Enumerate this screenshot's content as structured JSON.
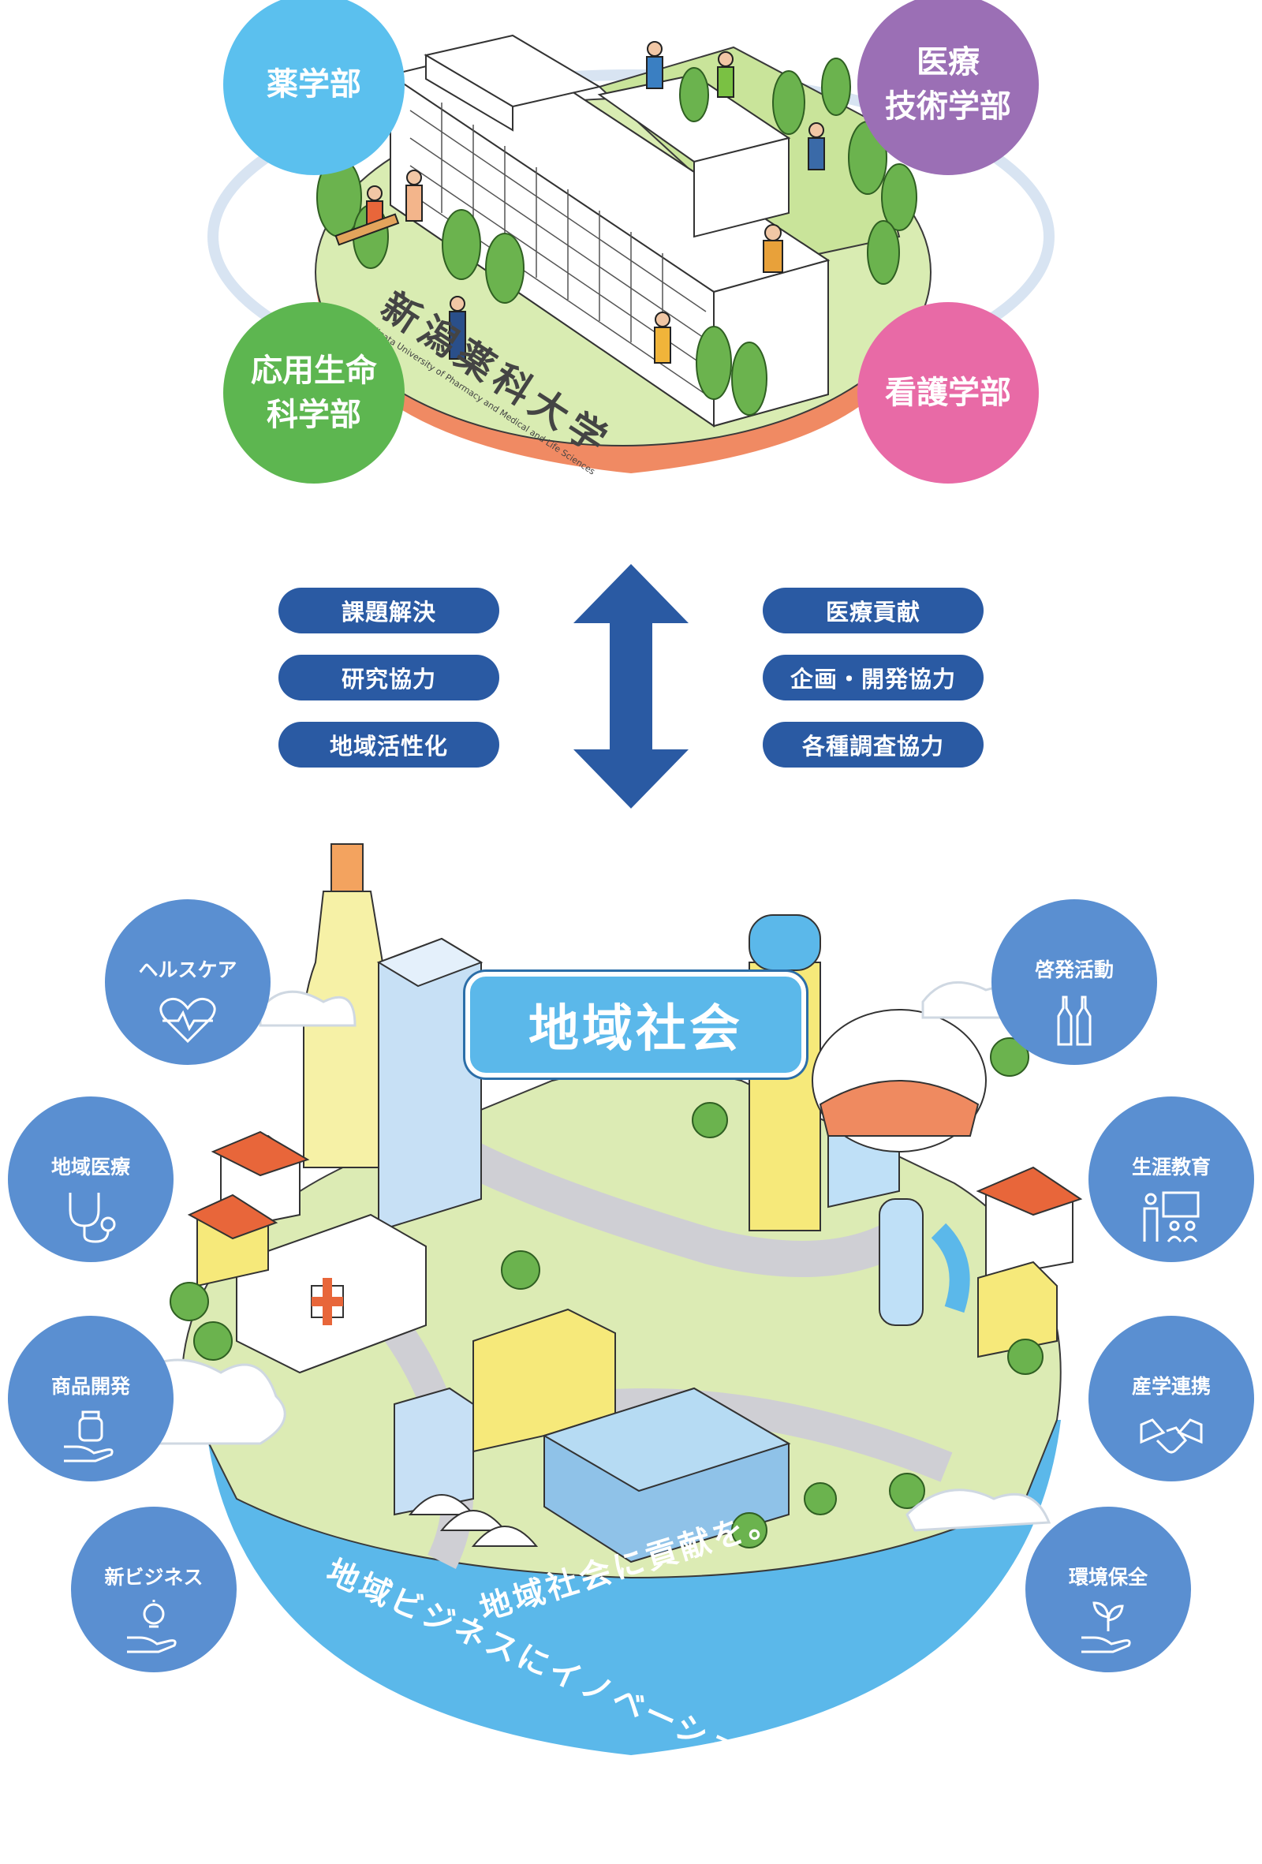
{
  "university": {
    "name": "新潟薬科大学",
    "name_en": "Niigata University of Pharmacy and Medical and Life Sciences"
  },
  "faculties": [
    {
      "label": "薬学部",
      "color": "#5bc0ee"
    },
    {
      "label": "医療\n技術学部",
      "color": "#9b6fb5"
    },
    {
      "label": "応用生命\n科学部",
      "color": "#5db650"
    },
    {
      "label": "看護学部",
      "color": "#e86aa6"
    }
  ],
  "left_pills": [
    "課題解決",
    "研究協力",
    "地域活性化"
  ],
  "right_pills": [
    "医療貢献",
    "企画・開発協力",
    "各種調査協力"
  ],
  "community": {
    "label": "地域社会",
    "slogan_line1": "地域社会に貢献を。",
    "slogan_line2": "地域ビジネスにイノベーションを。"
  },
  "themes_left": [
    {
      "label": "ヘルスケア",
      "icon": "heart-pulse-icon"
    },
    {
      "label": "地域医療",
      "icon": "stethoscope-icon"
    },
    {
      "label": "商品開発",
      "icon": "product-in-hand-icon"
    },
    {
      "label": "新ビジネス",
      "icon": "lightbulb-in-hand-icon"
    }
  ],
  "themes_right": [
    {
      "label": "啓発活動",
      "icon": "bottles-icon"
    },
    {
      "label": "生涯教育",
      "icon": "teacher-students-icon"
    },
    {
      "label": "産学連携",
      "icon": "handshake-icon"
    },
    {
      "label": "環境保全",
      "icon": "sprout-in-hand-icon"
    }
  ],
  "colors": {
    "pill": "#2a5aa3",
    "arrow": "#2a5aa3",
    "theme_circle": "#5a8fd1",
    "community_label": "#5bb8ea",
    "sea": "#5bb8ea",
    "ground": "#dcebb4"
  }
}
